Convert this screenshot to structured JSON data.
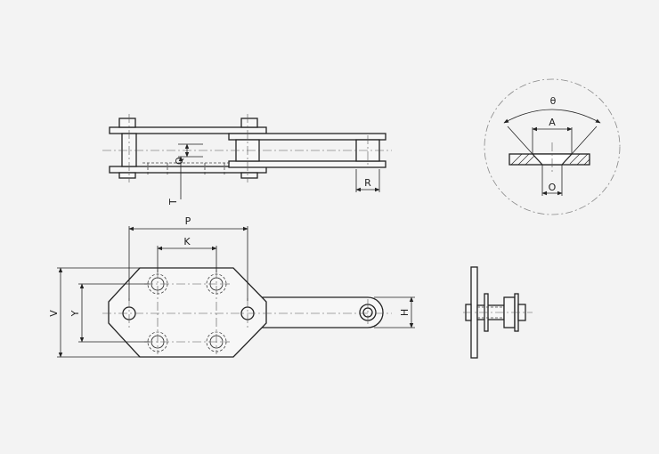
{
  "dimensions": {
    "theta": "θ",
    "A": "A",
    "O": "O",
    "P": "P",
    "K": "K",
    "V": "V",
    "Y": "Y",
    "H": "H",
    "R": "R",
    "T": "T",
    "Q": "Q"
  },
  "colors": {
    "background": "#f3f3f3",
    "line": "#222222"
  }
}
